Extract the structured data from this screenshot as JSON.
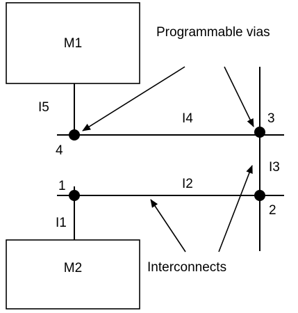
{
  "modules": {
    "m1": "M1",
    "m2": "M2"
  },
  "labels": {
    "programmable_vias": "Programmable vias",
    "interconnects": "Interconnects"
  },
  "interconnect_names": {
    "i1": "I1",
    "i2": "I2",
    "i3": "I3",
    "i4": "I4",
    "i5": "I5"
  },
  "via_numbers": {
    "v1": "1",
    "v2": "2",
    "v3": "3",
    "v4": "4"
  }
}
